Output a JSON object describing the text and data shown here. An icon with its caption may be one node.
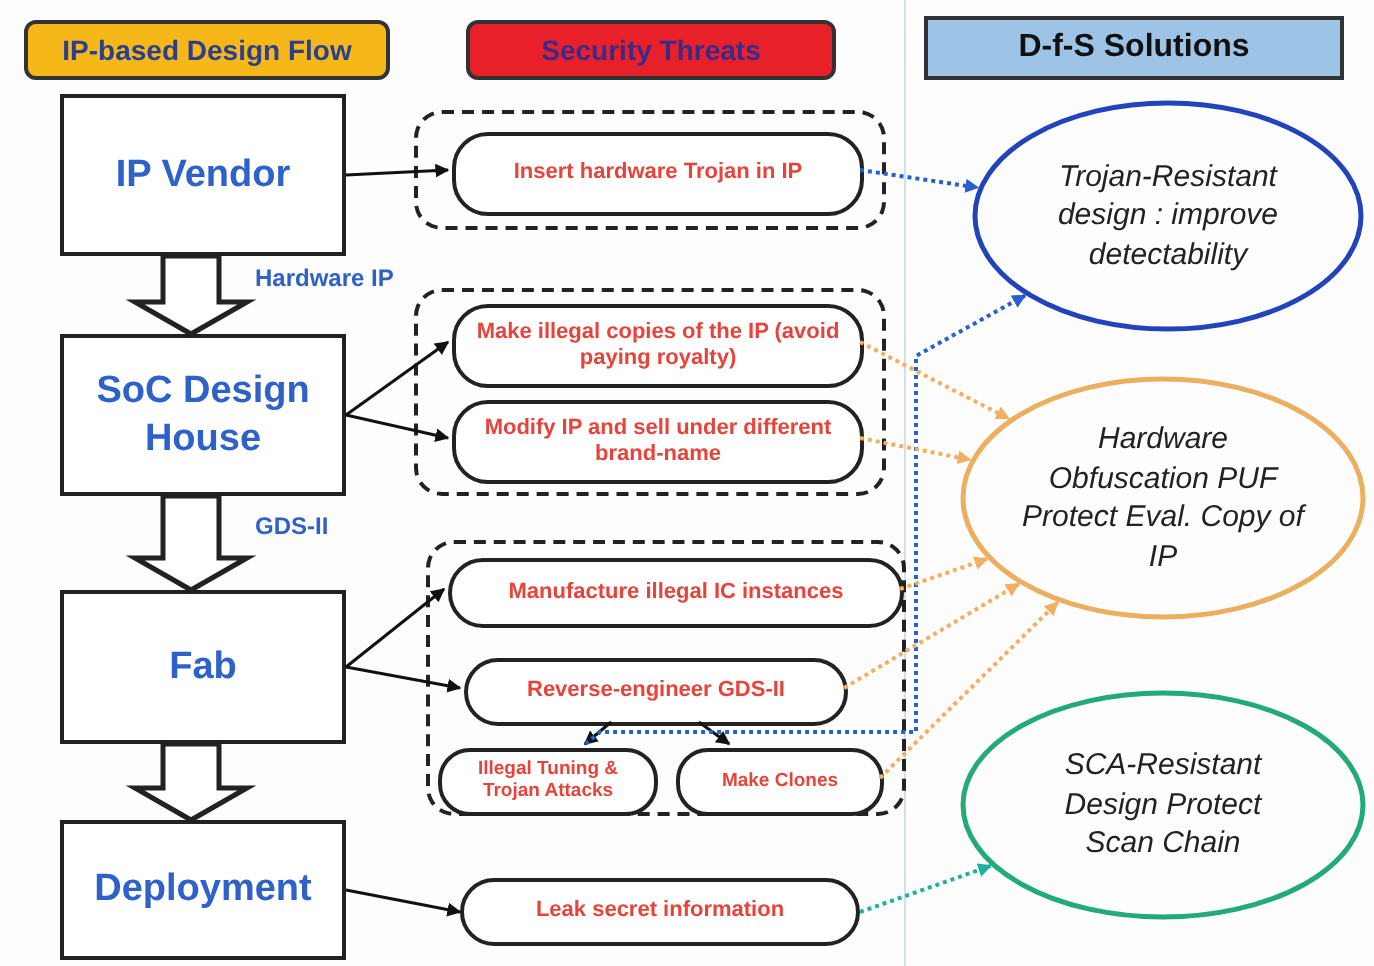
{
  "diagram": {
    "nodes": [
      {
        "text": [
          "IP-based Design Flow"
        ]
      },
      {
        "text": [
          "Security Threats"
        ]
      },
      {
        "text": [
          "D-f-S Solutions"
        ]
      },
      {
        "text": [
          "IP Vendor"
        ]
      },
      {
        "text": [
          "SoC Design House"
        ]
      },
      {
        "text": [
          "Fab"
        ]
      },
      {
        "text": [
          "Deployment"
        ]
      },
      {
        "text": [],
        "shape": "box"
      },
      {
        "text": [
          "Insert hardware Trojan in IP"
        ],
        "in": 7
      },
      {
        "text": [],
        "shape": "box"
      },
      {
        "text": [
          "Make illegal copies of the IP (avoid paying royalty)"
        ],
        "in": 9
      },
      {
        "text": [
          "Modify IP and sell under different brand-name"
        ],
        "in": 9
      },
      {
        "text": [],
        "shape": "box"
      },
      {
        "text": [
          "Manufacture illegal IC instances"
        ],
        "in": 12
      },
      {
        "text": [
          "Reverse-engineer GDS-II"
        ],
        "in": 12
      },
      {
        "text": [
          "Illegal Tuning & Trojan Attacks"
        ],
        "in": 12
      },
      {
        "text": [
          "Make Clones"
        ],
        "in": 12
      },
      {
        "text": [
          "Leak secret information"
        ]
      },
      {
        "text": [
          "Trojan-Resistant design : improve detectability"
        ]
      },
      {
        "text": [
          "Hardware Obfuscation PUF Protect Eval. Copy of IP"
        ]
      },
      {
        "text": [
          "SCA-Resistant Design Protect Scan Chain"
        ]
      }
    ],
    "edges": [
      {
        "from": 3,
        "to": 4,
        "arrow": "to",
        "label": "Hardware IP",
        "style": "thick"
      },
      {
        "from": 4,
        "to": 5,
        "arrow": "to",
        "label": "GDS-II",
        "style": "thick"
      },
      {
        "from": 5,
        "to": 6,
        "arrow": "to",
        "style": "thick"
      },
      {
        "from": 3,
        "to": 8,
        "arrow": "to"
      },
      {
        "from": 4,
        "to": 10,
        "arrow": "to"
      },
      {
        "from": 4,
        "to": 11,
        "arrow": "to"
      },
      {
        "from": 5,
        "to": 13,
        "arrow": "to"
      },
      {
        "from": 5,
        "to": 14,
        "arrow": "to"
      },
      {
        "from": 14,
        "to": 15,
        "arrow": "to"
      },
      {
        "from": 14,
        "to": 16,
        "arrow": "to"
      },
      {
        "from": 6,
        "to": 17,
        "arrow": "to"
      },
      {
        "from": 8,
        "to": 18,
        "arrow": "to",
        "style": "dashed",
        "color": "#2a5fd0"
      },
      {
        "from": 15,
        "to": 18,
        "arrow": "to",
        "style": "dashed",
        "color": "#2a5fd0"
      },
      {
        "from": 10,
        "to": 19,
        "arrow": "to",
        "style": "dashed",
        "color": "#f0b060"
      },
      {
        "from": 11,
        "to": 19,
        "arrow": "to",
        "style": "dashed",
        "color": "#f0b060"
      },
      {
        "from": 13,
        "to": 19,
        "arrow": "to",
        "style": "dashed",
        "color": "#f0b060"
      },
      {
        "from": 14,
        "to": 19,
        "arrow": "to",
        "style": "dashed",
        "color": "#f0b060"
      },
      {
        "from": 16,
        "to": 19,
        "arrow": "to",
        "style": "dashed",
        "color": "#f0b060"
      },
      {
        "from": 17,
        "to": 20,
        "arrow": "to",
        "style": "dashed",
        "color": "#20b0a0"
      }
    ]
  }
}
